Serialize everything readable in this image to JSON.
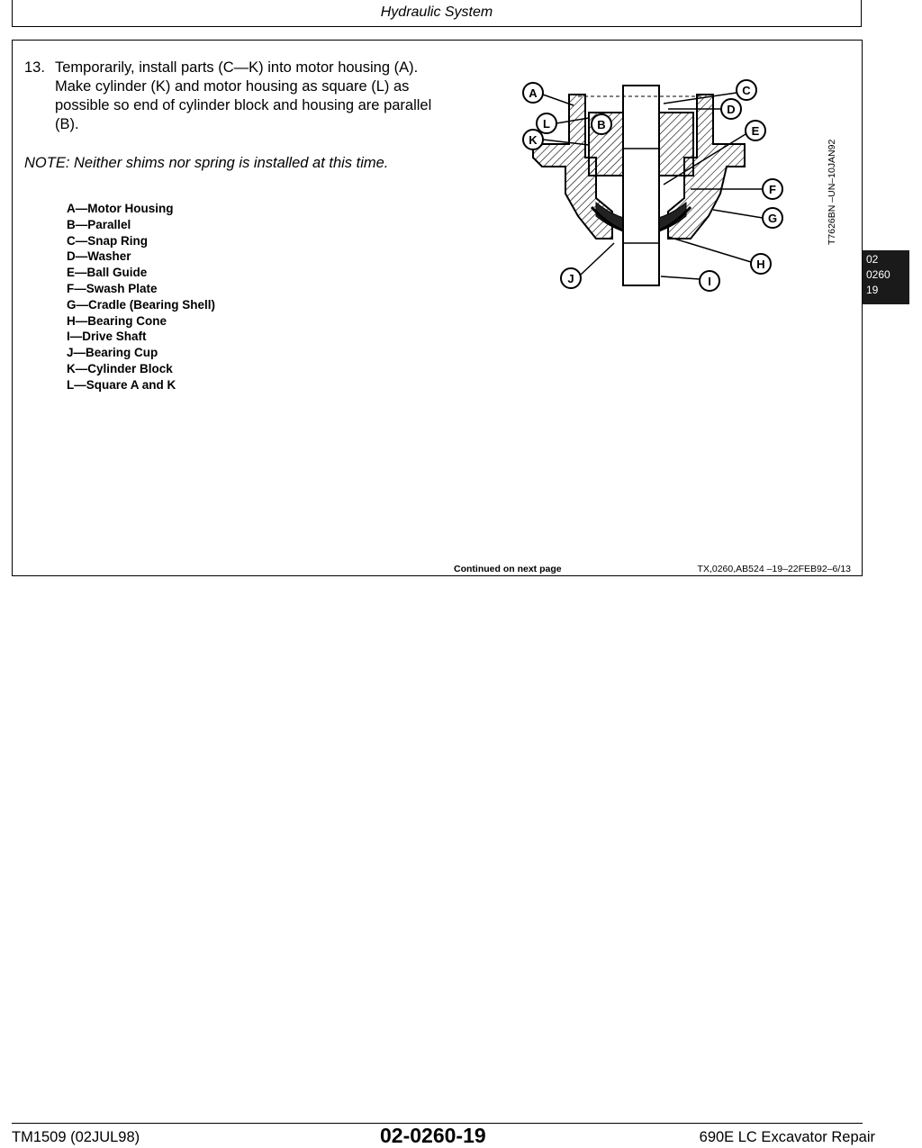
{
  "header": {
    "title": "Hydraulic System"
  },
  "step": {
    "number": "13.",
    "text": "Temporarily, install parts (C—K) into motor housing (A). Make cylinder (K) and motor housing as square (L) as possible so end of cylinder block and housing are parallel (B)."
  },
  "note": "NOTE:  Neither shims nor spring is installed at this time.",
  "legend": [
    "A—Motor Housing",
    "B—Parallel",
    "C—Snap Ring",
    "D—Washer",
    "E—Ball Guide",
    "F—Swash Plate",
    "G—Cradle (Bearing Shell)",
    "H—Bearing Cone",
    "I—Drive Shaft",
    "J—Bearing Cup",
    "K—Cylinder Block",
    "L—Square A and K"
  ],
  "figure": {
    "id": "T7626BN  –UN–10JAN92",
    "callouts": [
      "A",
      "L",
      "B",
      "K",
      "C",
      "D",
      "E",
      "F",
      "G",
      "H",
      "J",
      "I"
    ]
  },
  "continued": "Continued on next page",
  "doc_code": "TX,0260,AB524   –19–22FEB92–6/13",
  "side_tab": [
    "02",
    "0260",
    "19"
  ],
  "footer": {
    "left": "TM1509 (02JUL98)",
    "center": "02-0260-19",
    "right": "690E LC Excavator Repair"
  }
}
